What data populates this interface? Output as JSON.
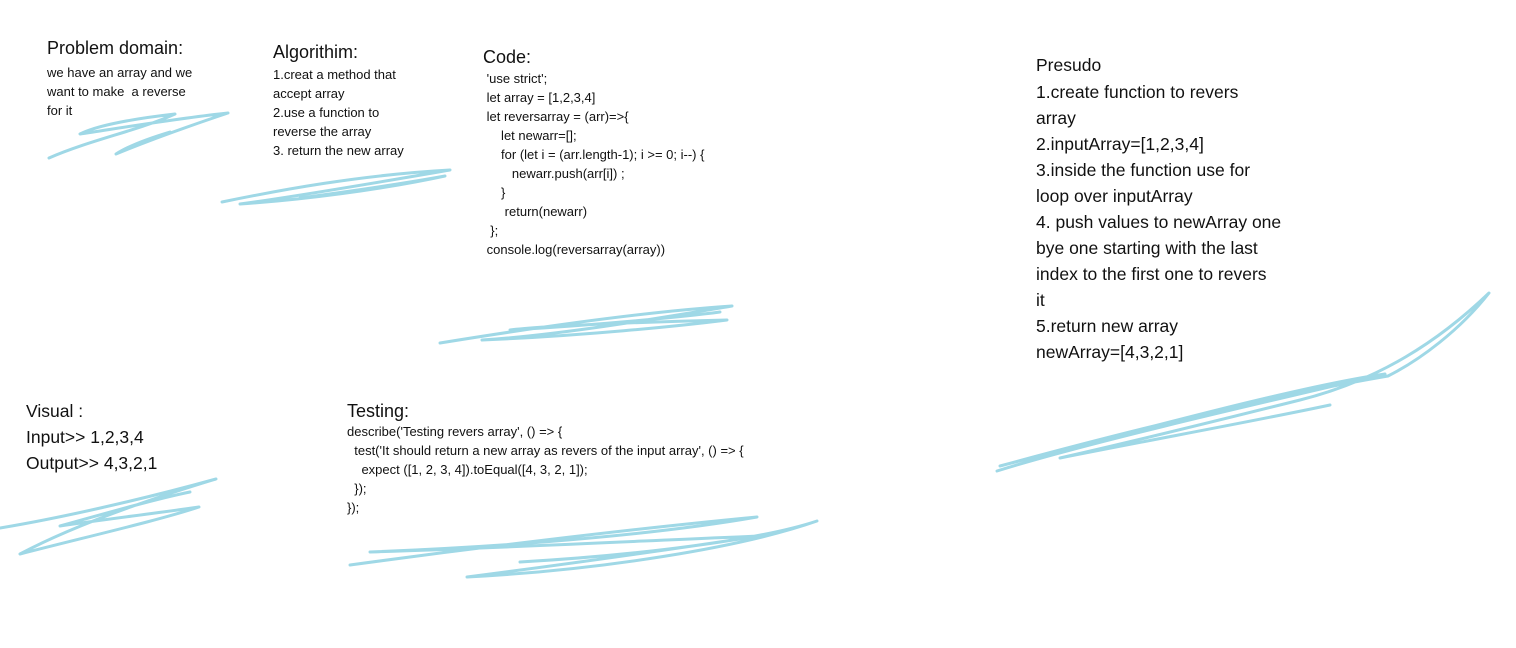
{
  "colors": {
    "text": "#111111",
    "background": "#ffffff",
    "scribble": "#9fd8e6"
  },
  "problem": {
    "heading": "Problem domain:",
    "lines": [
      "we have an array and we",
      "want to make  a reverse",
      "for it"
    ]
  },
  "algorithm": {
    "heading": "Algorithim:",
    "lines": [
      "1.creat a method that",
      "accept array",
      "2.use a function to",
      "reverse the array",
      "3. return the new array"
    ]
  },
  "code": {
    "heading": "Code:",
    "lines": [
      " 'use strict';",
      " let array = [1,2,3,4]",
      " let reversarray = (arr)=>{",
      "     let newarr=[];",
      "     for (let i = (arr.length-1); i >= 0; i--) {",
      "        newarr.push(arr[i]) ;",
      "",
      "     }",
      "      return(newarr)",
      "  };",
      "",
      " console.log(reversarray(array))"
    ]
  },
  "pseudo": {
    "heading": "Presudo",
    "lines": [
      "1.create function to revers",
      "array",
      "2.inputArray=[1,2,3,4]",
      "3.inside the function use for",
      "loop over inputArray",
      "4. push values to newArray one",
      "bye one starting with the last",
      "index to the first one to revers",
      "it",
      "5.return new array",
      "newArray=[4,3,2,1]"
    ]
  },
  "visual": {
    "heading": "Visual :",
    "lines": [
      "Input>> 1,2,3,4",
      "Output>> 4,3,2,1"
    ]
  },
  "testing": {
    "heading": "Testing:",
    "lines": [
      "describe('Testing revers array', () => {",
      "  test('It should return a new array as revers of the input array', () => {",
      "    expect ([1, 2, 3, 4]).toEqual([4, 3, 2, 1]);",
      "  });",
      "});"
    ]
  }
}
